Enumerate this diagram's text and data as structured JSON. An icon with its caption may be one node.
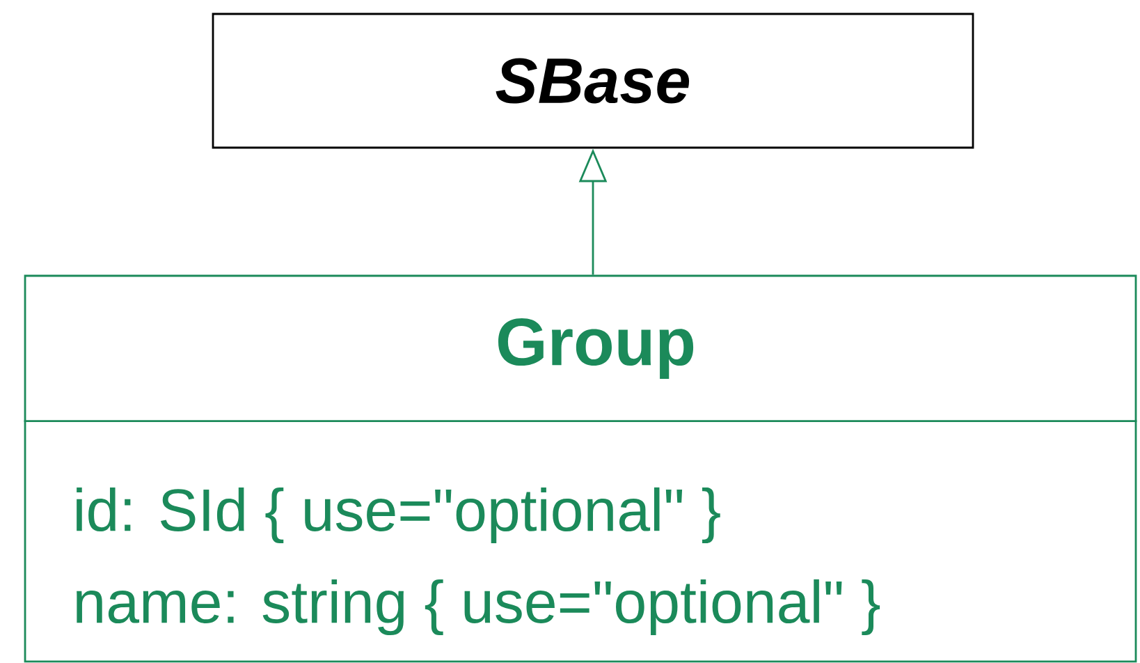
{
  "diagram": {
    "nodes": [
      {
        "text": [
          "SBase"
        ]
      },
      {
        "text": [
          "Group",
          "id: SId { use=\"optional\" }",
          "name: string { use=\"optional\" }"
        ]
      }
    ],
    "edges": [
      {
        "from": 1,
        "to": 0,
        "arrow": "to"
      }
    ]
  }
}
